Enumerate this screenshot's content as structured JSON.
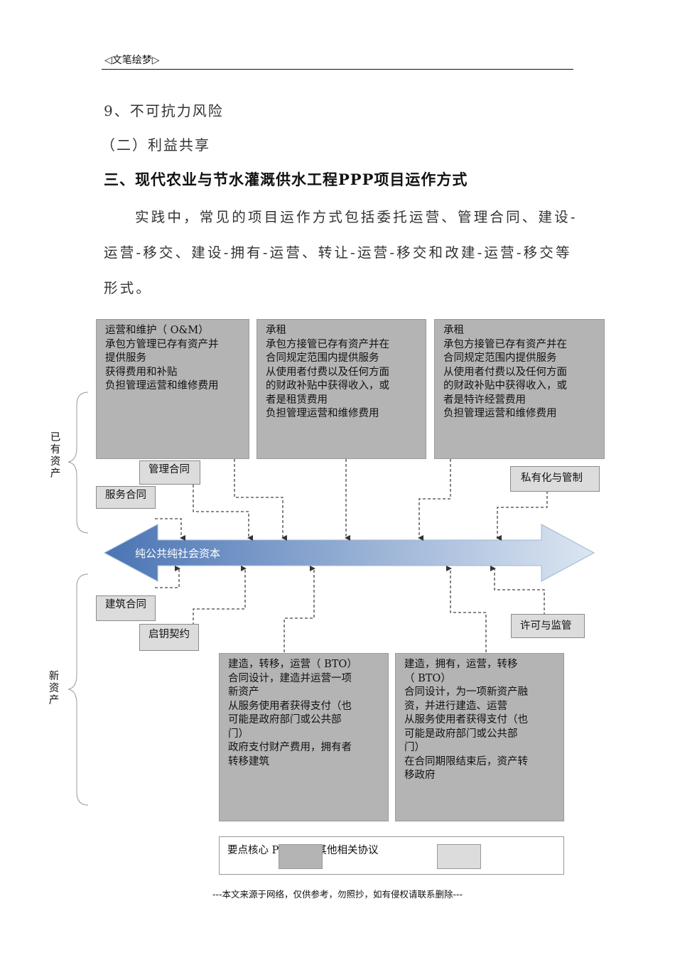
{
  "header": {
    "logo_text": "◁文笔绘梦▷"
  },
  "body": {
    "item9": "9、不可抗力风险",
    "item_er": "（二）利益共享",
    "section_title": "三、现代农业与节水灌溉供水工程PPP项目运作方式",
    "para_lines": [
      "实践中，常见的项目运作方式包括委托运营、管理合同、建设-",
      "运营-移交、建设-拥有-运营、转让-运营-移交和改建-运营-移交等",
      "形式。"
    ]
  },
  "diagram": {
    "label_existing": [
      "已",
      "有",
      "资",
      "产"
    ],
    "label_new": [
      "新",
      "资",
      "产"
    ],
    "arrow_text": "纯公共纯社会资本",
    "top_boxes": [
      {
        "lines": [
          "运营和维护（ O&M）",
          "承包方管理已存有资产并",
          "提供服务",
          "获得费用和补贴",
          "负担管理运营和维修费用"
        ]
      },
      {
        "lines": [
          "承租",
          "承包方接管已存有资产并在",
          "合同规定范围内提供服务",
          "从使用者付费以及任何方面",
          "的财政补贴中获得收入，或",
          "者是租赁费用",
          "负担管理运营和维修费用"
        ]
      },
      {
        "lines": [
          "承租",
          "承包方接管已存有资产并在",
          "合同规定范围内提供服务",
          "从使用者付费以及任何方面",
          "的财政补贴中获得收入，或",
          "者是特许经营费用",
          "负担管理运营和维修费用"
        ]
      }
    ],
    "bottom_boxes": [
      {
        "lines": [
          "建造，转移，运营（ BTO）",
          "合同设计，建造并运营一项",
          "新资产",
          "从服务使用者获得支付（也",
          "可能是政府部门或公共部",
          "门）",
          "政府支付财产费用，拥有者",
          "转移建筑"
        ]
      },
      {
        "lines": [
          "建造，拥有，运营，转移",
          "（ BTO）",
          "合同设计，为一项新资产融",
          "资，并进行建造、运营",
          "从服务使用者获得支付（也",
          "可能是政府部门或公共部",
          "门）",
          "在合同期限结束后，资产转",
          "移政府"
        ]
      }
    ],
    "small_labels": {
      "management": "管理合同",
      "service": "服务合同",
      "privatization": "私有化与管制",
      "construction": "建筑合同",
      "key": "启钥契约",
      "license": "许可与监管"
    },
    "legend_text": "要点核心 PPP 类型其他相关协议"
  },
  "footer": "---本文来源于网络，仅供参考，勿照抄，如有侵权请联系删除---",
  "colors": {
    "box_dark": "#b4b4b4",
    "box_light": "#dcdcdc",
    "arrow_left": "#4a74b4",
    "arrow_right": "#dce6f2"
  }
}
